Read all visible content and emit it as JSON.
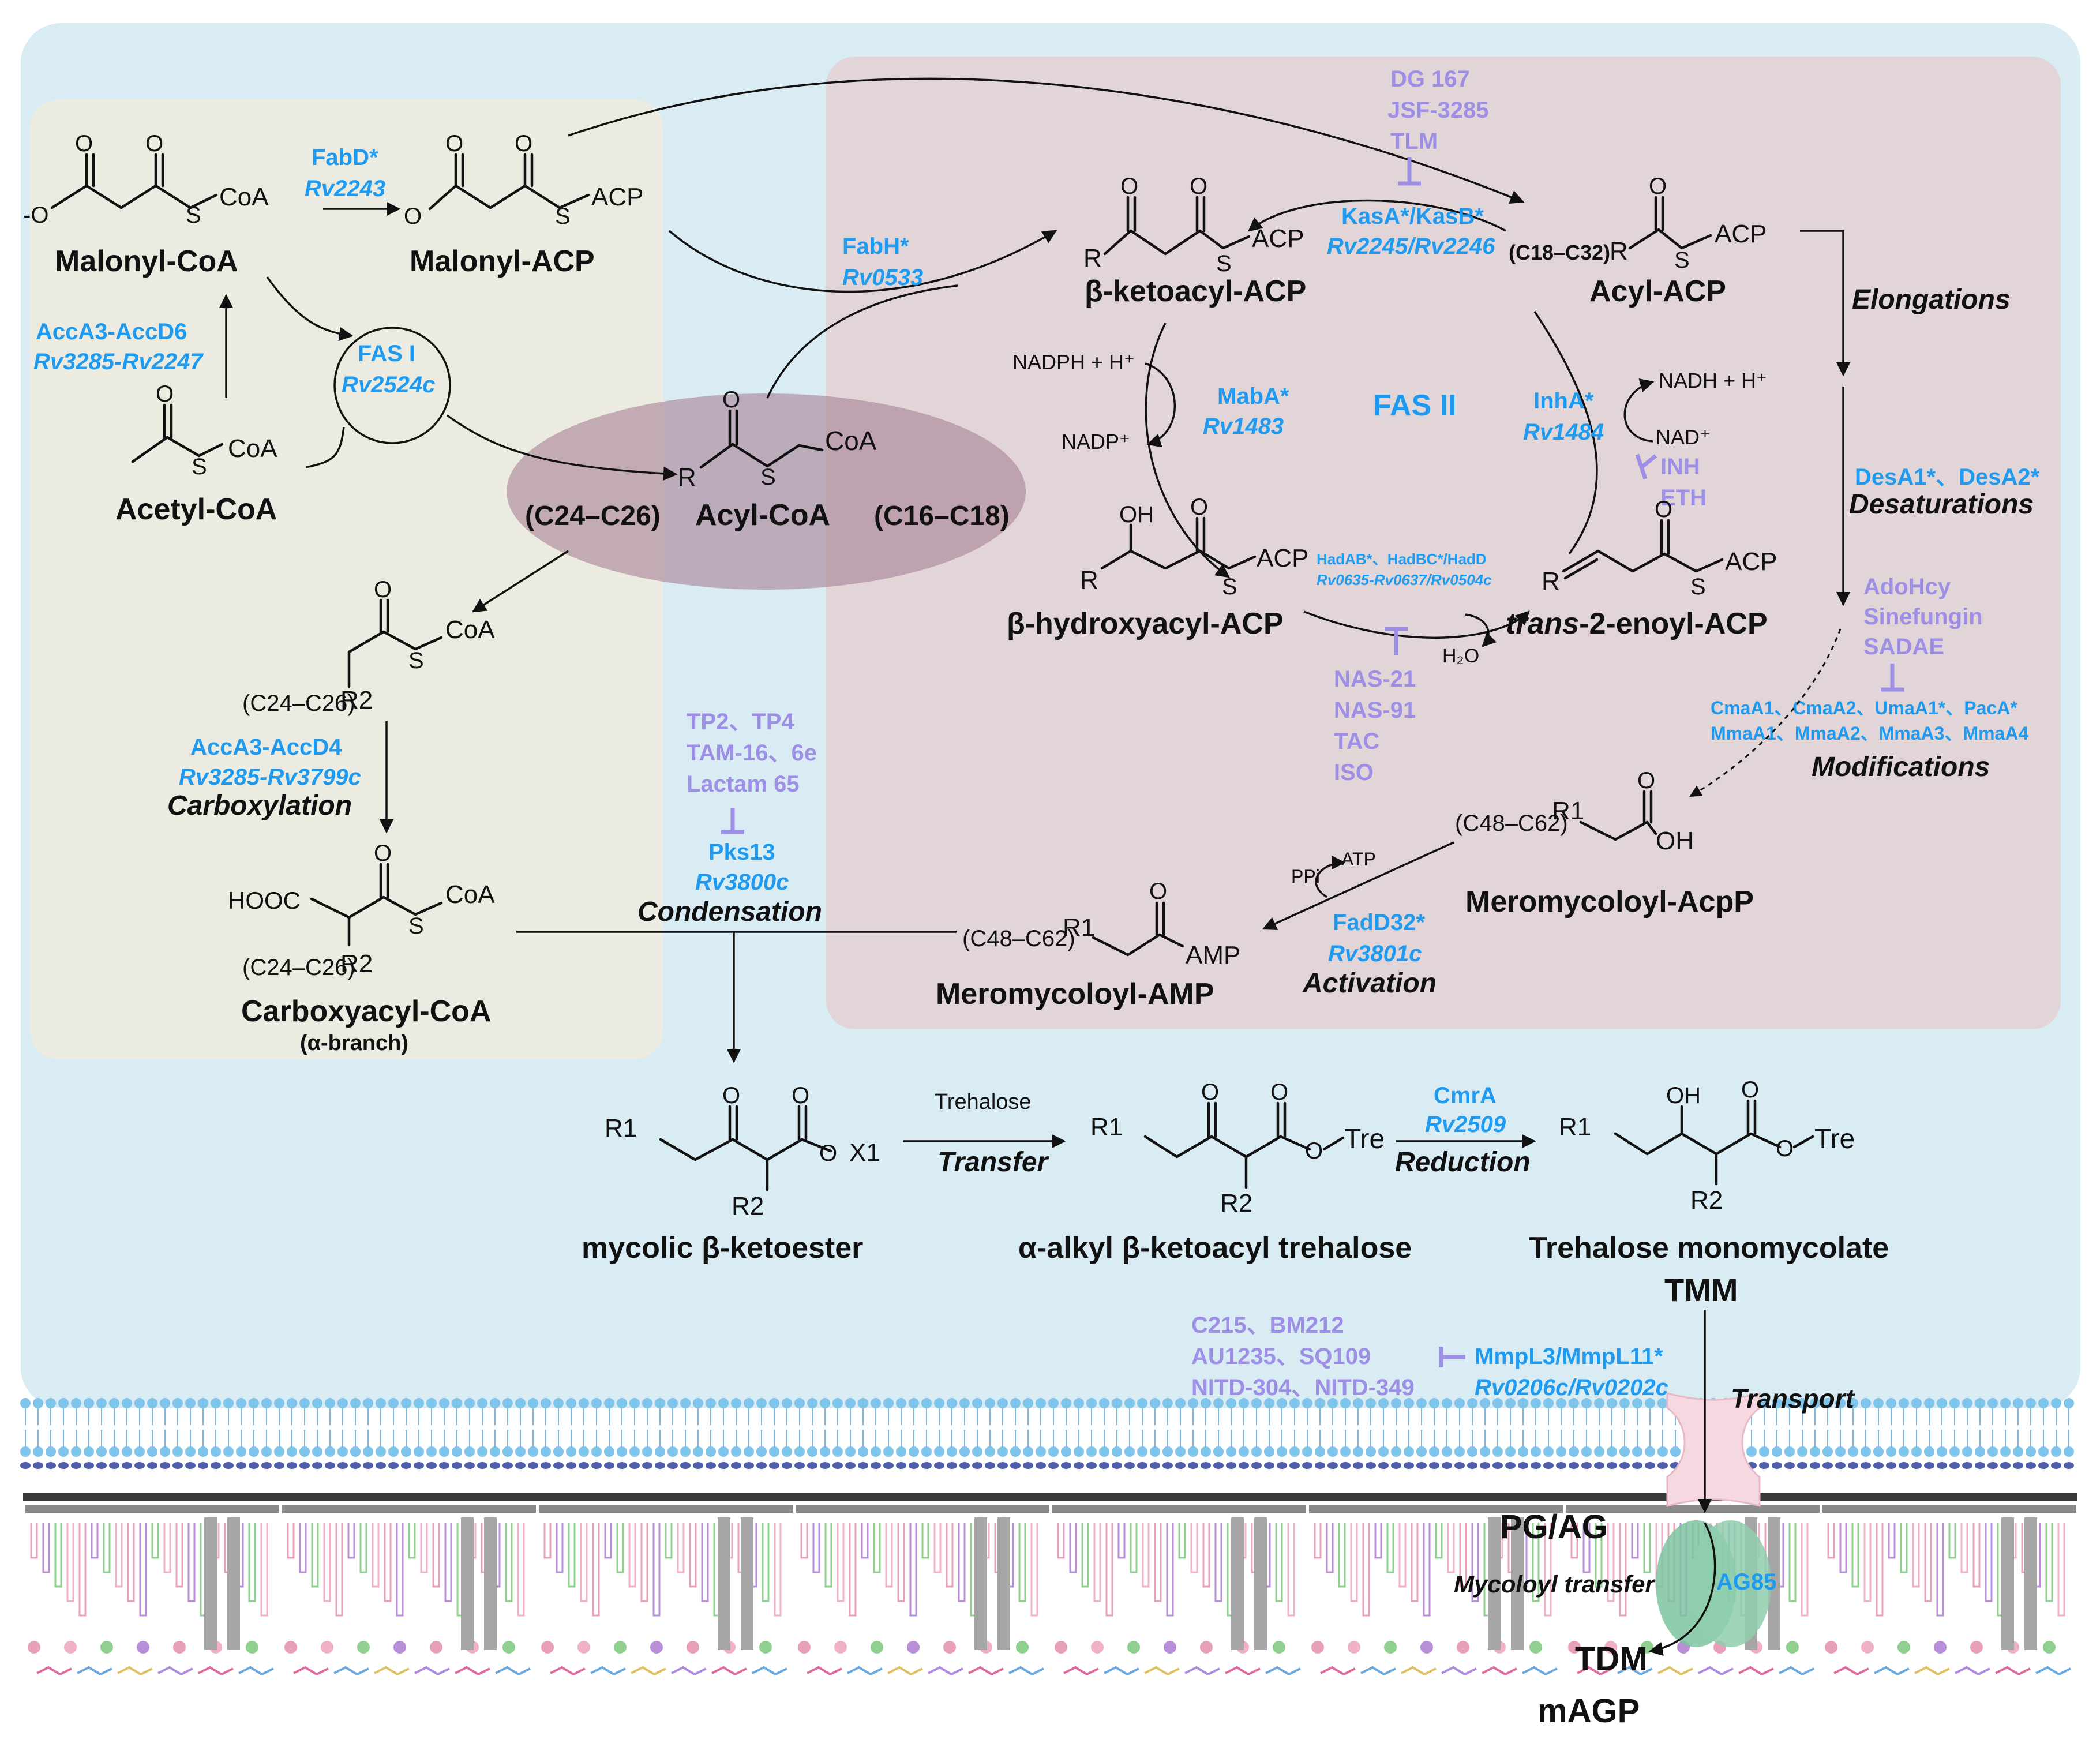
{
  "regions": {
    "fas2_label": "FAS II"
  },
  "compounds": {
    "malonyl_coa": "Malonyl-CoA",
    "malonyl_acp": "Malonyl-ACP",
    "acetyl_coa": "Acetyl-CoA",
    "acyl_coa": "Acyl-CoA",
    "acyl_coa_left_chain": "(C24–C26)",
    "acyl_coa_right_chain": "(C16–C18)",
    "beta_ketoacyl_acp": "β-ketoacyl-ACP",
    "acyl_acp": "Acyl-ACP",
    "acyl_acp_chain": "(C18–C32)",
    "beta_hydroxyacyl_acp": "β-hydroxyacyl-ACP",
    "trans_enoyl_acp_italic": "trans",
    "trans_enoyl_acp_rest": "-2-enoyl-ACP",
    "carboxyacyl_coa": "Carboxyacyl-CoA",
    "alpha_branch": "(α-branch)",
    "meromycoloyl_acpp": "Meromycoloyl-AcpP",
    "meromycoloyl_amp": "Meromycoloyl-AMP",
    "mycolic_ketoester": "mycolic β-ketoester",
    "alkyl_ketoacyl_trehalose": "α-alkyl β-ketoacyl trehalose",
    "tmm_full": "Trehalose monomycolate",
    "tmm": "TMM",
    "pg_ag": "PG/AG",
    "tdm": "TDM",
    "magp": "mAGP"
  },
  "chem_labels": {
    "coa": "CoA",
    "acp": "ACP",
    "s": "S",
    "o": "O",
    "oh": "OH",
    "r": "R",
    "r1": "R1",
    "r2": "R2",
    "hooc": "HOOC",
    "amp": "AMP",
    "tre": "Tre",
    "x1": "X1",
    "c24_26": "(C24–C26)",
    "c48_62": "(C48–C62)",
    "o_minus": "-O",
    "nadph": "NADPH + H⁺",
    "nadp": "NADP⁺",
    "nadh": "NADH + H⁺",
    "nad": "NAD⁺",
    "h2o": "H₂O",
    "atp": "ATP",
    "ppi": "PPi",
    "trehalose": "Trehalose"
  },
  "enzymes": {
    "fabd": "FabD*",
    "fabd_gene": "Rv2243",
    "acca3_accd6": "AccA3-AccD6",
    "acca3_accd6_gene": "Rv3285-Rv2247",
    "fas1": "FAS I",
    "fas1_gene": "Rv2524c",
    "fabh": "FabH*",
    "fabh_gene": "Rv0533",
    "kasab": "KasA*/KasB*",
    "kasab_gene": "Rv2245/Rv2246",
    "maba": "MabA*",
    "maba_gene": "Rv1483",
    "inha": "InhA*",
    "inha_gene": "Rv1484",
    "had": "HadAB*、HadBC*/HadD",
    "had_gene": "Rv0635-Rv0637/Rv0504c",
    "acca3_accd4": "AccA3-AccD4",
    "acca3_accd4_gene": "Rv3285-Rv3799c",
    "pks13": "Pks13",
    "pks13_gene": "Rv3800c",
    "fadd32": "FadD32*",
    "fadd32_gene": "Rv3801c",
    "desa": "DesA1*、DesA2*",
    "mods_line1": "CmaA1、CmaA2、UmaA1*、PacA*",
    "mods_line2": "MmaA1、MmaA2、MmaA3、MmaA4",
    "cmra": "CmrA",
    "cmra_gene": "Rv2509",
    "mmpl": "MmpL3/MmpL11*",
    "mmpl_gene": "Rv0206c/Rv0202c",
    "ag85": "AG85"
  },
  "inhibitors": {
    "kas": [
      "DG 167",
      "JSF-3285",
      "TLM"
    ],
    "inha": [
      "INH",
      "ETH"
    ],
    "had": [
      "NAS-21",
      "NAS-91",
      "TAC",
      "ISO"
    ],
    "pks13": [
      "TP2、TP4",
      "TAM-16、6e",
      "Lactam 65"
    ],
    "mods": [
      "AdoHcy",
      "Sinefungin",
      "SADAE"
    ],
    "mmpl": [
      "C215、BM212",
      "AU1235、SQ109",
      "NITD-304、NITD-349"
    ]
  },
  "processes": {
    "elongations": "Elongations",
    "desaturations": "Desaturations",
    "modifications": "Modifications",
    "carboxylation": "Carboxylation",
    "condensation": "Condensation",
    "activation": "Activation",
    "transfer": "Transfer",
    "reduction": "Reduction",
    "transport": "Transport",
    "mycoloyl_transfer": "Mycoloyl transfer"
  },
  "colors": {
    "outer_bg": "#d9ebf3",
    "left_panel": "#ebebe1",
    "right_panel": "#e2d5d8",
    "ellipse": "#a88095",
    "enzyme": "#1e9bf0",
    "inhibitor": "#9d8ee6"
  }
}
